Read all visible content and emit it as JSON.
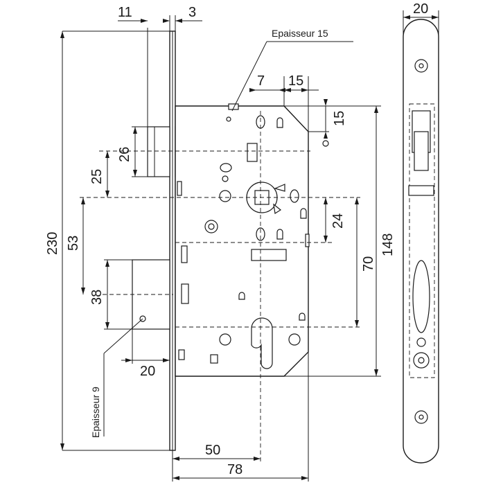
{
  "labels": {
    "thickness_faceplate": "Epaisseur 15",
    "thickness_plate": "Epaisseur 9"
  },
  "dimensions": {
    "d11": "11",
    "d3": "3",
    "d20_top": "20",
    "d7": "7",
    "d15_h": "15",
    "d15_v": "15",
    "d26": "26",
    "d25": "25",
    "d24": "24",
    "d230": "230",
    "d53": "53",
    "d38": "38",
    "d20_left": "20",
    "d70": "70",
    "d148": "148",
    "d50": "50",
    "d78": "78"
  }
}
